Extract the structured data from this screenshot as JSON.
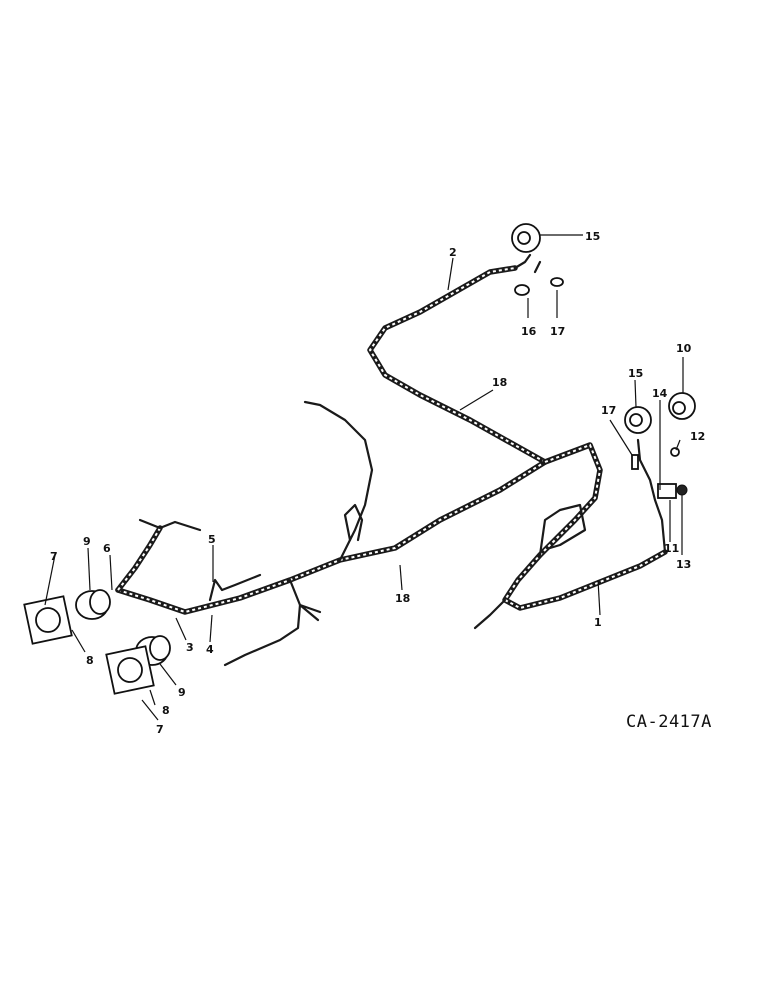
{
  "drawing_code": "CA-2417A",
  "callouts": {
    "c1": "1",
    "c2": "2",
    "c3": "3",
    "c4": "4",
    "c5": "5",
    "c6": "6",
    "c7a": "7",
    "c7b": "7",
    "c8a": "8",
    "c8b": "8",
    "c9a": "9",
    "c9b": "9",
    "c10": "10",
    "c11": "11",
    "c12": "12",
    "c13": "13",
    "c14": "14",
    "c15a": "15",
    "c15b": "15",
    "c16": "16",
    "c17a": "17",
    "c17b": "17",
    "c18a": "18",
    "c18b": "18"
  }
}
